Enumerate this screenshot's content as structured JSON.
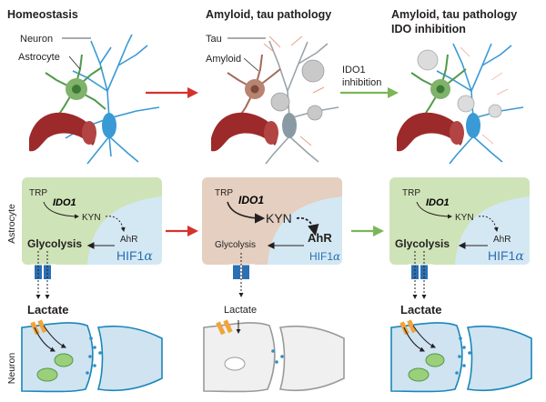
{
  "titles": {
    "homeostasis": "Homeostasis",
    "pathology": "Amyloid, tau pathology",
    "inhibition_line1": "Amyloid, tau pathology",
    "inhibition_line2": "IDO inhibition"
  },
  "labels": {
    "neuron": "Neuron",
    "astrocyte": "Astrocyte",
    "tau": "Tau",
    "amyloid": "Amyloid",
    "ido1_inhibition_line1": "IDO1",
    "ido1_inhibition_line2": "inhibition"
  },
  "side_labels": {
    "astrocyte": "Astrocyte",
    "neuron": "Neuron"
  },
  "panels": [
    {
      "trp": "TRP",
      "ido1": "IDO1",
      "kyn": "KYN",
      "ahr": "AhR",
      "glycolysis": "Glycolysis",
      "hif": "HIF1",
      "alpha": "α",
      "lactate": "Lactate"
    },
    {
      "trp": "TRP",
      "ido1": "IDO1",
      "kyn": "KYN",
      "ahr": "AhR",
      "glycolysis": "Glycolysis",
      "hif": "HIF1",
      "alpha": "α",
      "lactate": "Lactate"
    },
    {
      "trp": "TRP",
      "ido1": "IDO1",
      "kyn": "KYN",
      "ahr": "AhR",
      "glycolysis": "Glycolysis",
      "hif": "HIF1",
      "alpha": "α",
      "lactate": "Lactate"
    }
  ],
  "colors": {
    "homeostasis_box": "#cfe3b8",
    "pathology_box": "#e4cfc0",
    "nucleus": "#d4e8f3",
    "neuron_blue": "#3a9ad6",
    "astrocyte_green": "#4f9a4a",
    "vessel_red": "#9c2a2a",
    "arrow_red": "#d4322f",
    "arrow_green": "#7cb657",
    "transporter_blue": "#2c6fb3",
    "tau_pink": "#e8a08a"
  }
}
